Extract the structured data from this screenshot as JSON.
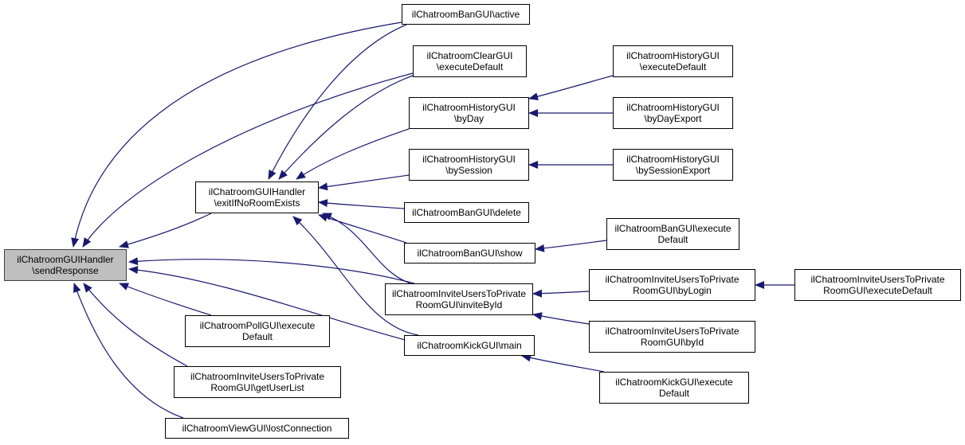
{
  "diagram": {
    "type": "doxygen-caller-graph",
    "colors": {
      "edge": "#191970",
      "node_border": "#000000",
      "node_fill": "#ffffff",
      "root_fill": "#bfbfbf",
      "root_border": "#404040"
    },
    "nodes": [
      {
        "id": "sendResponse",
        "lines": [
          "ilChatroomGUIHandler",
          "\\sendResponse"
        ],
        "root": true
      },
      {
        "id": "exitIfNoRoomExists",
        "lines": [
          "ilChatroomGUIHandler",
          "\\exitIfNoRoomExists"
        ]
      },
      {
        "id": "banActive",
        "lines": [
          "ilChatroomBanGUI\\active"
        ]
      },
      {
        "id": "clearExecuteDefault",
        "lines": [
          "ilChatroomClearGUI",
          "\\executeDefault"
        ]
      },
      {
        "id": "historyByDay",
        "lines": [
          "ilChatroomHistoryGUI",
          "\\byDay"
        ]
      },
      {
        "id": "historyBySession",
        "lines": [
          "ilChatroomHistoryGUI",
          "\\bySession"
        ]
      },
      {
        "id": "banDelete",
        "lines": [
          "ilChatroomBanGUI\\delete"
        ]
      },
      {
        "id": "banShow",
        "lines": [
          "ilChatroomBanGUI\\show"
        ]
      },
      {
        "id": "inviteById",
        "lines": [
          "ilChatroomInviteUsersToPrivate",
          "RoomGUI\\inviteById"
        ]
      },
      {
        "id": "kickMain",
        "lines": [
          "ilChatroomKickGUI\\main"
        ]
      },
      {
        "id": "pollExecuteDefault",
        "lines": [
          "ilChatroomPollGUI\\execute",
          "Default"
        ]
      },
      {
        "id": "getUserList",
        "lines": [
          "ilChatroomInviteUsersToPrivate",
          "RoomGUI\\getUserList"
        ]
      },
      {
        "id": "lostConnection",
        "lines": [
          "ilChatroomViewGUI\\lostConnection"
        ]
      },
      {
        "id": "historyExecuteDefault",
        "lines": [
          "ilChatroomHistoryGUI",
          "\\executeDefault"
        ]
      },
      {
        "id": "historyByDayExport",
        "lines": [
          "ilChatroomHistoryGUI",
          "\\byDayExport"
        ]
      },
      {
        "id": "historyBySessionExport",
        "lines": [
          "ilChatroomHistoryGUI",
          "\\bySessionExport"
        ]
      },
      {
        "id": "banExecuteDefault",
        "lines": [
          "ilChatroomBanGUI\\execute",
          "Default"
        ]
      },
      {
        "id": "inviteByLogin",
        "lines": [
          "ilChatroomInviteUsersToPrivate",
          "RoomGUI\\byLogin"
        ]
      },
      {
        "id": "inviteByIdLeaf",
        "lines": [
          "ilChatroomInviteUsersToPrivate",
          "RoomGUI\\byId"
        ]
      },
      {
        "id": "kickExecuteDefault",
        "lines": [
          "ilChatroomKickGUI\\execute",
          "Default"
        ]
      },
      {
        "id": "inviteExecuteDefault",
        "lines": [
          "ilChatroomInviteUsersToPrivate",
          "RoomGUI\\executeDefault"
        ]
      }
    ],
    "edges": [
      {
        "from": "banActive",
        "to": "sendResponse"
      },
      {
        "from": "clearExecuteDefault",
        "to": "sendResponse"
      },
      {
        "from": "exitIfNoRoomExists",
        "to": "sendResponse"
      },
      {
        "from": "inviteById",
        "to": "sendResponse"
      },
      {
        "from": "kickMain",
        "to": "sendResponse"
      },
      {
        "from": "pollExecuteDefault",
        "to": "sendResponse"
      },
      {
        "from": "getUserList",
        "to": "sendResponse"
      },
      {
        "from": "lostConnection",
        "to": "sendResponse"
      },
      {
        "from": "banActive",
        "to": "exitIfNoRoomExists"
      },
      {
        "from": "clearExecuteDefault",
        "to": "exitIfNoRoomExists"
      },
      {
        "from": "historyByDay",
        "to": "exitIfNoRoomExists"
      },
      {
        "from": "historyBySession",
        "to": "exitIfNoRoomExists"
      },
      {
        "from": "banDelete",
        "to": "exitIfNoRoomExists"
      },
      {
        "from": "banShow",
        "to": "exitIfNoRoomExists"
      },
      {
        "from": "inviteById",
        "to": "exitIfNoRoomExists"
      },
      {
        "from": "kickMain",
        "to": "exitIfNoRoomExists"
      },
      {
        "from": "historyExecuteDefault",
        "to": "historyByDay"
      },
      {
        "from": "historyByDayExport",
        "to": "historyByDay"
      },
      {
        "from": "historyBySessionExport",
        "to": "historyBySession"
      },
      {
        "from": "banExecuteDefault",
        "to": "banShow"
      },
      {
        "from": "inviteByLogin",
        "to": "inviteById"
      },
      {
        "from": "inviteByIdLeaf",
        "to": "inviteById"
      },
      {
        "from": "kickExecuteDefault",
        "to": "kickMain"
      },
      {
        "from": "inviteExecuteDefault",
        "to": "inviteByLogin"
      }
    ]
  }
}
